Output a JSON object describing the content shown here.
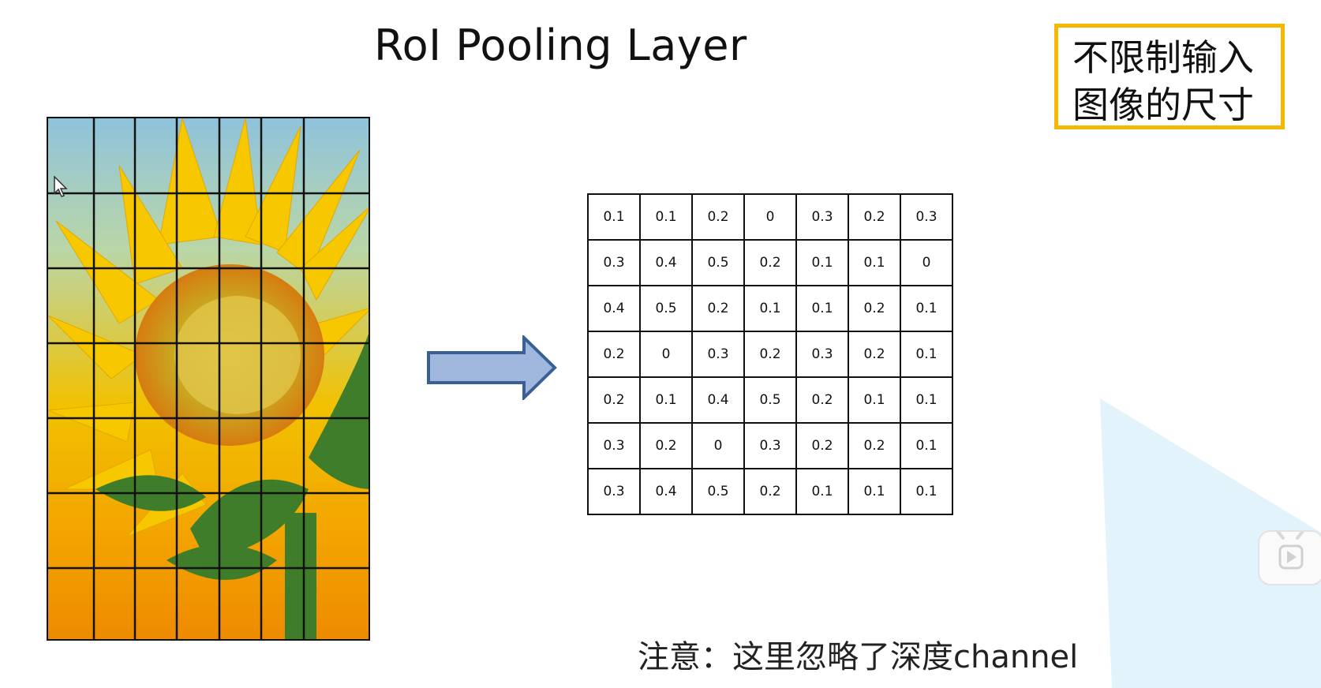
{
  "slide": {
    "title": "RoI Pooling Layer",
    "note_lines": [
      "不限制输入",
      "图像的尺寸"
    ],
    "footnote": "注意：这里忽略了深度channel"
  },
  "feature_map": {
    "rows": [
      [
        "0.1",
        "0.1",
        "0.2",
        "0",
        "0.3",
        "0.2",
        "0.3"
      ],
      [
        "0.3",
        "0.4",
        "0.5",
        "0.2",
        "0.1",
        "0.1",
        "0"
      ],
      [
        "0.4",
        "0.5",
        "0.2",
        "0.1",
        "0.1",
        "0.2",
        "0.1"
      ],
      [
        "0.2",
        "0",
        "0.3",
        "0.2",
        "0.3",
        "0.2",
        "0.1"
      ],
      [
        "0.2",
        "0.1",
        "0.4",
        "0.5",
        "0.2",
        "0.1",
        "0.1"
      ],
      [
        "0.3",
        "0.2",
        "0",
        "0.3",
        "0.2",
        "0.2",
        "0.1"
      ],
      [
        "0.3",
        "0.4",
        "0.5",
        "0.2",
        "0.1",
        "0.1",
        "0.1"
      ]
    ]
  },
  "image_grid": {
    "cols": 7,
    "rows": 7
  },
  "colors": {
    "note_border": "#f5b800",
    "arrow_fill": "#9fb7dd",
    "arrow_stroke": "#3a5f96",
    "sky": "#8fc3dc",
    "petal": "#f7c800"
  },
  "icons": {
    "arrow": "right-arrow-icon",
    "cursor": "mouse-pointer-icon",
    "player": "play-icon"
  }
}
